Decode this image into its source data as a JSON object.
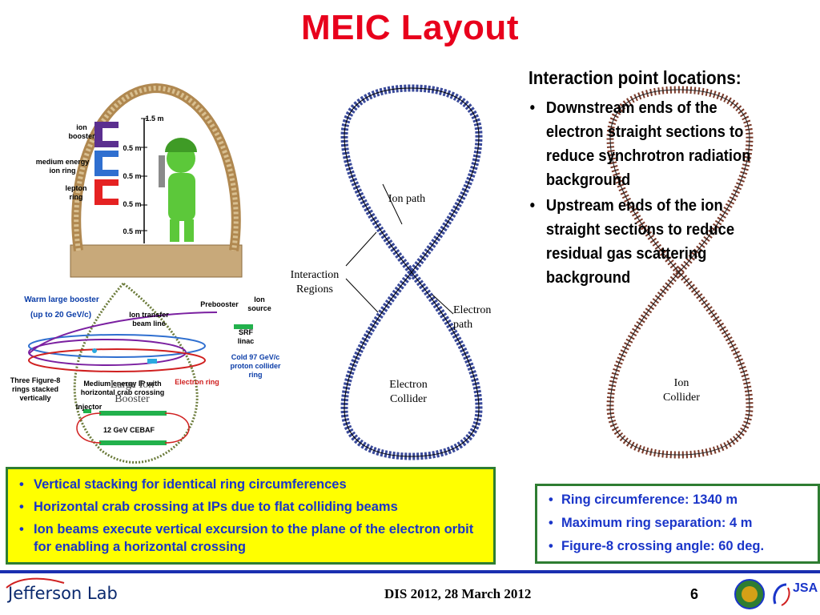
{
  "title": "MEIC Layout",
  "interaction": {
    "heading": "Interaction point locations:",
    "bullets": [
      "Downstream ends of the electron straight sections to reduce synchrotron radiation background",
      "Upstream ends of the ion straight sections to reduce residual gas scattering background"
    ]
  },
  "left_diagram": {
    "tunnel_labels": {
      "ion_booster": "ion booster",
      "medium_energy_ion_ring": "medium energy ion ring",
      "lepton_ring": "lepton ring",
      "dim_top": "1.5 m",
      "dim_1": "0.5 m",
      "dim_2": "0.5 m",
      "dim_3": "0.5 m",
      "dim_4": "0.5 m"
    },
    "complex_labels": {
      "warm_booster": "Warm large booster",
      "warm_booster_energy": "(up to 20 GeV/c)",
      "ion_transfer": "Ion transfer beam line",
      "prebooster": "Prebooster",
      "ion_source": "Ion source",
      "srf_linac": "SRF linac",
      "cold_collider": "Cold 97 GeV/c proton collider ring",
      "three_rings": "Three Figure-8 rings stacked vertically",
      "medium_energy_ip": "Medium energy IP with horizontal crab crossing",
      "large_ion_booster": "Large Ion Booster",
      "electron_ring": "Electron ring",
      "injector": "Injector",
      "cebaf": "12 GeV CEBAF"
    }
  },
  "middle_diagram": {
    "ion_path": "Ion path",
    "interaction_regions": "Interaction Regions",
    "electron_path": "Electron path",
    "electron_collider": "Electron Collider"
  },
  "right_diagram": {
    "ion_collider": "Ion Collider"
  },
  "yellow_bullets": [
    "Vertical stacking for identical ring circumferences",
    "Horizontal crab crossing at IPs due to flat colliding beams",
    "Ion beams execute vertical excursion to the plane of the electron orbit for enabling a horizontal crossing"
  ],
  "blue_bullets": [
    "Ring circumference: 1340 m",
    "Maximum ring separation: 4 m",
    "Figure-8 crossing angle: 60 deg."
  ],
  "footer": {
    "lab": "Jefferson Lab",
    "event": "DIS 2012, 28 March 2012",
    "page": "6",
    "jsa": "JSA"
  },
  "colors": {
    "title": "#e8001c",
    "bullet_blue": "#1a35c9",
    "box_green": "#2e7d32",
    "yellow": "#ffff00",
    "rule": "#1a2fb0"
  }
}
